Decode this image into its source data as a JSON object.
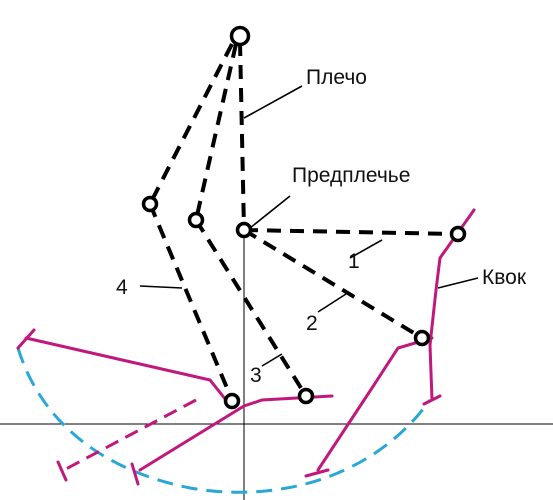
{
  "labels": {
    "shoulder": "Плечо",
    "forearm": "Предплечье",
    "cue": "Квок"
  },
  "positions": [
    "1",
    "2",
    "3",
    "4"
  ],
  "colors": {
    "arm": "#000000",
    "cue": "#c0187c",
    "arc": "#29a8d8"
  },
  "icons": {
    "joint": "open-circle-marker"
  }
}
